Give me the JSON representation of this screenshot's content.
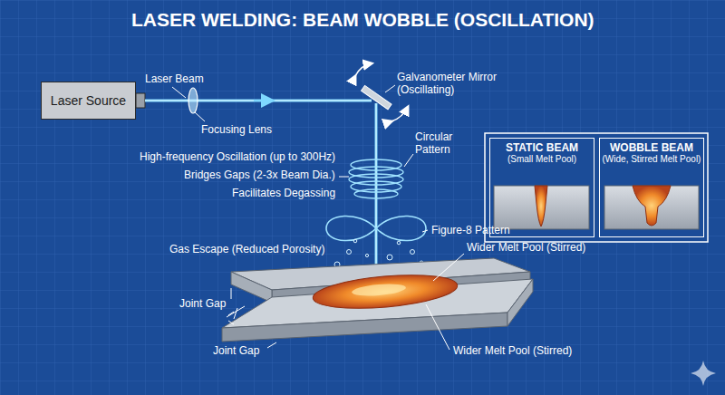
{
  "diagram": {
    "title": "LASER WELDING: BEAM WOBBLE (OSCILLATION)",
    "nodes": [
      {
        "text": [
          "Laser Source"
        ]
      },
      {
        "text": [
          "STATIC BEAM",
          "(Small Melt Pool)"
        ]
      },
      {
        "text": [
          "WOBBLE BEAM",
          "(Wide, Stirred Melt Pool)"
        ]
      }
    ],
    "labels": [
      "Laser Beam",
      "Focusing Lens",
      "Galvanometer Mirror (Oscillating)",
      "Circular Pattern",
      "High-frequency Oscillation (up to 300Hz)",
      "Bridges Gaps (2-3x Beam Dia.)",
      "Facilitates Degassing",
      "Figure-8 Pattern",
      "Gas Escape (Reduced Porosity)",
      "Wider Melt Pool (Stirred)",
      "Joint Gap",
      "Joint Gap",
      "Wider Melt Pool (Stirred)"
    ]
  }
}
